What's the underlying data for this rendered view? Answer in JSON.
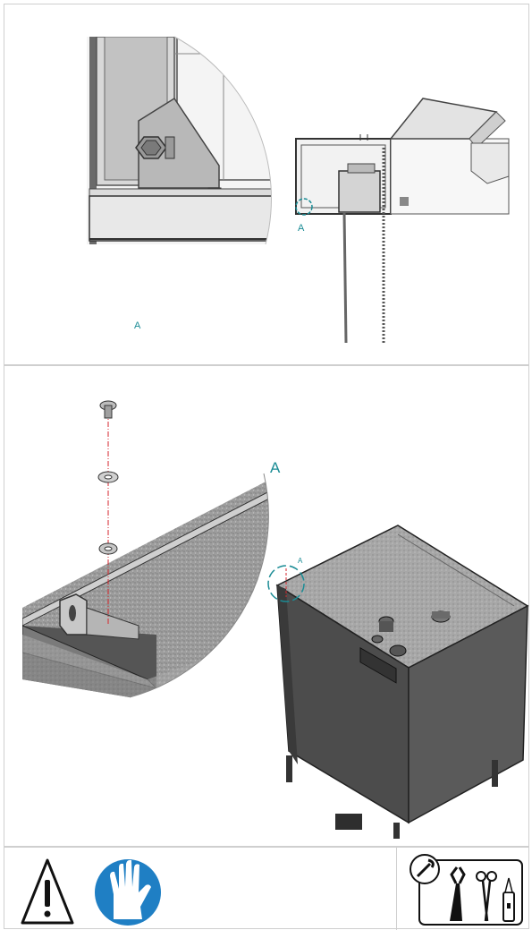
{
  "panel1": {
    "callout_label": "A",
    "bottom_label": "A"
  },
  "panel2": {
    "detail_label": "A",
    "callout_label": "A"
  },
  "footer": {
    "icons": [
      "warning-icon",
      "protective-gloves-icon",
      "tools-icon"
    ]
  },
  "colors": {
    "accent": "#1b8c95",
    "dashline": "#d6262c",
    "metal": "#8a8a8a"
  }
}
